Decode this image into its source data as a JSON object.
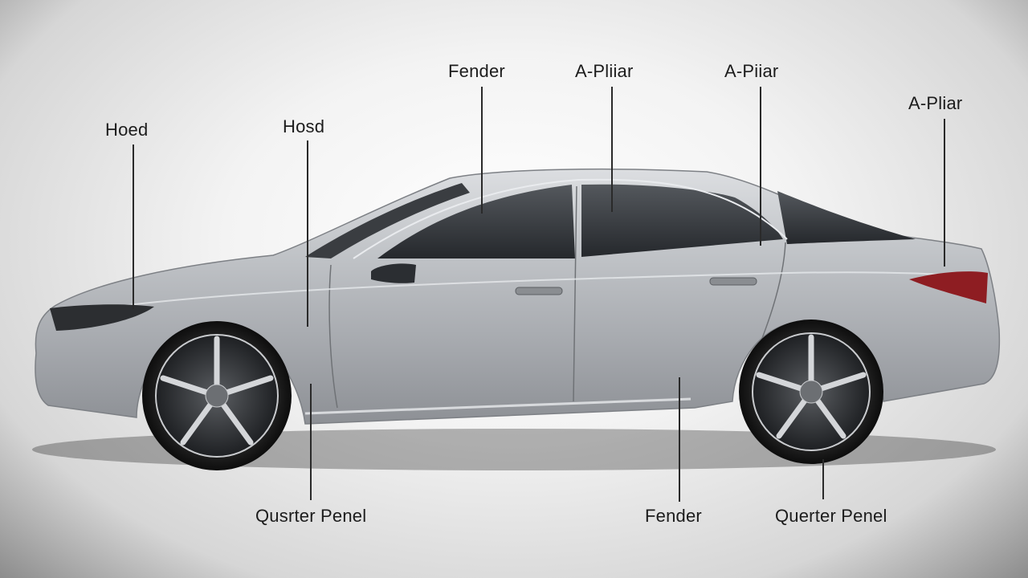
{
  "diagram": {
    "labels": {
      "hood_left": "Hoed",
      "hood_mid": "Hosd",
      "fender_top": "Fender",
      "a_pillar_1": "A-Pliiar",
      "a_pillar_2": "A-Piiar",
      "a_pillar_3": "A-Pliar",
      "quarter_panel_left": "Qusrter Penel",
      "fender_bottom": "Fender",
      "quarter_panel_right": "Querter Penel"
    },
    "colors": {
      "body_paint": "#b9bcc0",
      "glass": "#2e3135",
      "tail_light": "#8e1d22",
      "text": "#1c1c1c"
    }
  }
}
